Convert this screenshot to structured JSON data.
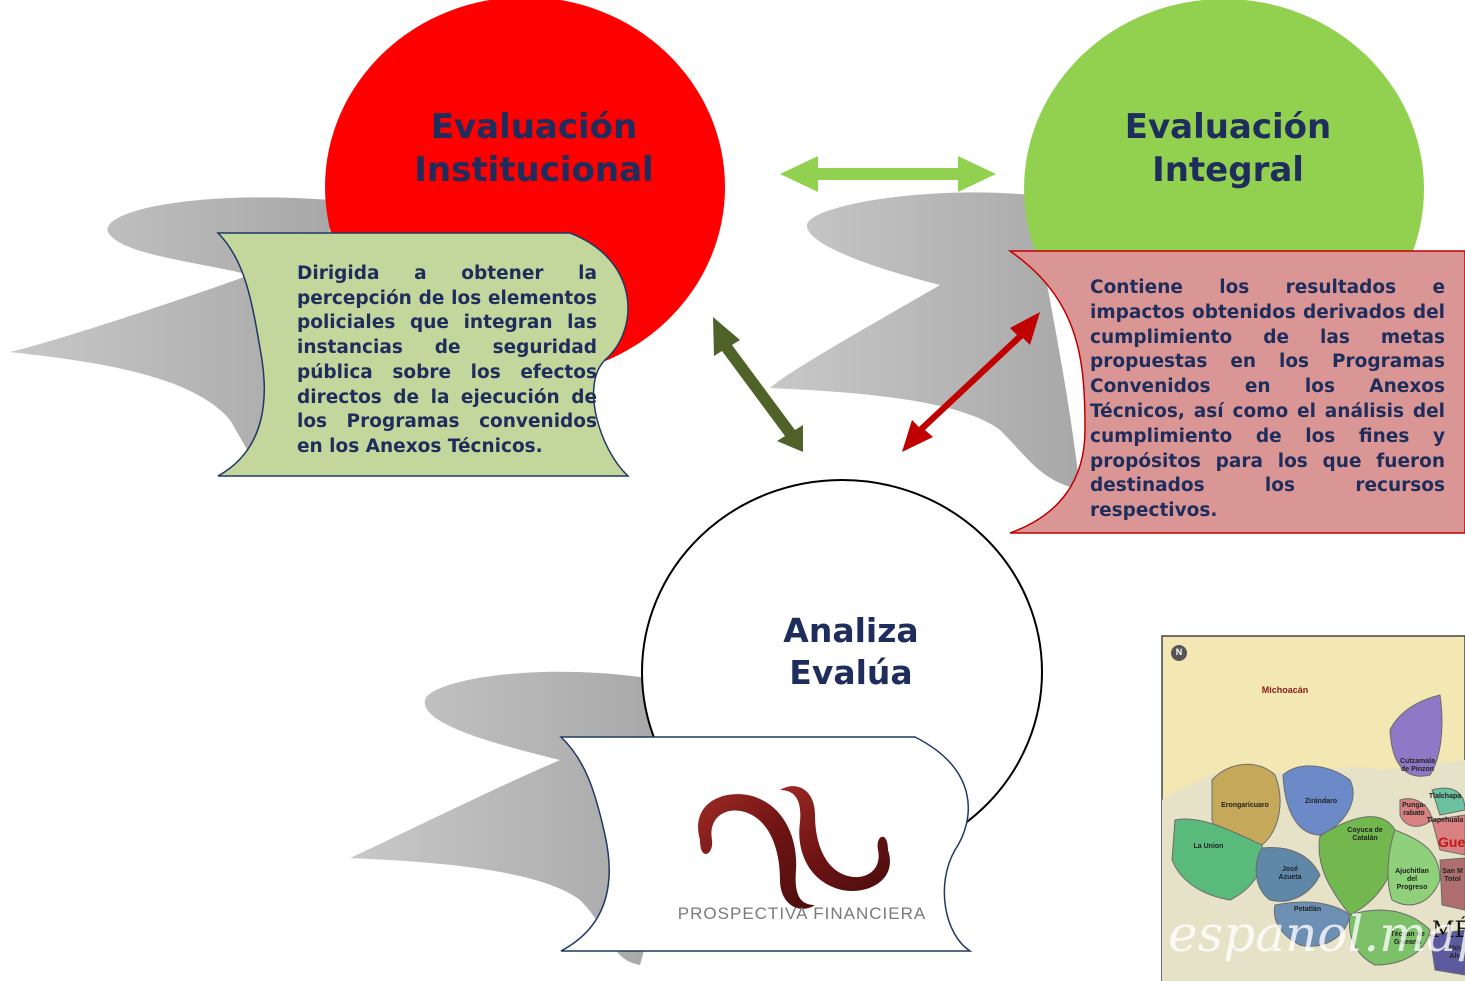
{
  "circles": {
    "institucional": {
      "line1": "Evaluación",
      "line2": "Institucional",
      "color": "#ff0000"
    },
    "integral": {
      "line1": "Evaluación",
      "line2": "Integral",
      "color": "#92d050"
    },
    "analiza": {
      "line1": "Analiza",
      "line2": "Evalúa",
      "color": "#ffffff"
    }
  },
  "scrolls": {
    "left": {
      "text": "Dirigida a obtener la percepción de los elementos policiales que integran las instancias de seguridad pública sobre los efectos directos de la ejecución de los Programas convenidos en los Anexos Técnicos.",
      "fill": "#c3d69b",
      "stroke": "#1f3864"
    },
    "right": {
      "text": "Contiene los resultados e impactos obtenidos derivados del cumplimiento de las metas propuestas  en los Programas Convenidos en los Anexos Técnicos, así como el análisis del cumplimiento de los fines y propósitos para los que fueron destinados los recursos respectivos.",
      "fill": "#d99694",
      "stroke": "#c00000"
    },
    "logo": {
      "caption": "PROSPECTIVA FINANCIERA",
      "fill": "#ffffff",
      "stroke": "#1f3864"
    }
  },
  "arrows": {
    "top": {
      "color": "#92d050"
    },
    "left": {
      "color": "#4f6228"
    },
    "right": {
      "color": "#c00000"
    }
  },
  "map": {
    "labels": {
      "michoacan": "Michoacán",
      "cutzamala": "Cutzamala de Pinzon",
      "tlalchapa": "Tlalchapa",
      "zirandaro": "Zirándaro",
      "erongaricuaro": "Erongarícuaro",
      "pungarabato": "Punga-rabato",
      "tlapehuala": "Tlapehuala",
      "coyuca": "Coyuca de Catalán",
      "launion": "La Union",
      "jose_azueta": "José Azueta",
      "ajuchitlan": "Ajuchitlan del Progreso",
      "san_miguel": "San M Totol",
      "petatlan": "Petatlán",
      "tecpan": "Técpan de Galeana",
      "atoyac": "Atoy Alv",
      "state": "Gue",
      "country": "MÉ"
    },
    "watermark": "espanol.map",
    "compass": "N"
  }
}
